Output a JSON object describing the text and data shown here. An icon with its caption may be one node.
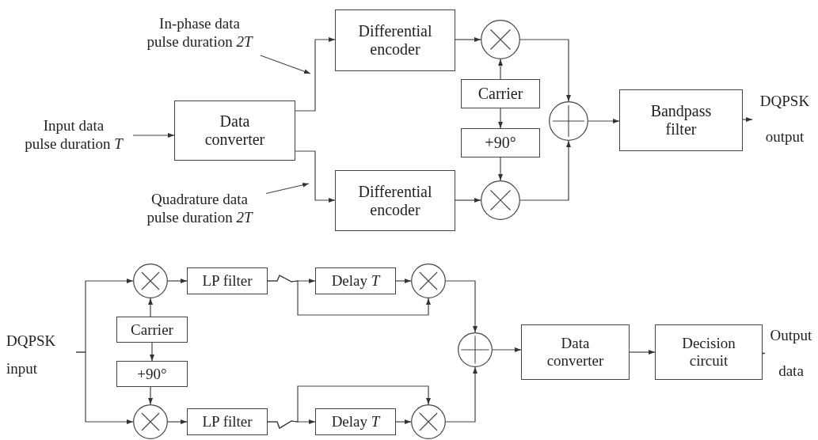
{
  "diagram": {
    "nodes": [
      {
        "text": [
          "Input data",
          "pulse duration *T*"
        ]
      },
      {
        "text": [
          "Data converter"
        ]
      },
      {
        "text": [
          "In-phase data",
          "pulse duration *2T*"
        ]
      },
      {
        "text": [
          "Differential encoder"
        ]
      },
      {
        "text": [
          "Quadrature data",
          "pulse duration *2T*"
        ]
      },
      {
        "text": [
          "Differential encoder"
        ]
      },
      {
        "text": [],
        "shape": "circle"
      },
      {
        "text": [
          "Carrier"
        ]
      },
      {
        "text": [
          "+90°"
        ]
      },
      {
        "text": [],
        "shape": "circle"
      },
      {
        "text": [],
        "shape": "circle"
      },
      {
        "text": [
          "Bandpass filter"
        ]
      },
      {
        "text": [
          "DQPSK",
          "output"
        ]
      },
      {
        "text": [
          "DQPSK",
          "input"
        ]
      },
      {
        "text": [],
        "shape": "circle"
      },
      {
        "text": [
          "LP filter"
        ]
      },
      {
        "text": [
          "Carrier"
        ]
      },
      {
        "text": [
          "+90°"
        ]
      },
      {
        "text": [],
        "shape": "circle"
      },
      {
        "text": [
          "LP filter"
        ]
      },
      {
        "text": [
          "Delay *T*"
        ]
      },
      {
        "text": [],
        "shape": "circle"
      },
      {
        "text": [
          "Delay *T*"
        ]
      },
      {
        "text": [],
        "shape": "circle"
      },
      {
        "text": [],
        "shape": "circle"
      },
      {
        "text": [
          "Data converter"
        ]
      },
      {
        "text": [
          "Decision circuit"
        ]
      },
      {
        "text": [
          "Output",
          "data"
        ]
      }
    ],
    "edges": [
      {
        "from": 0,
        "to": 1,
        "arrow": "to"
      },
      {
        "from": 1,
        "to": 3,
        "arrow": "to"
      },
      {
        "from": 1,
        "to": 5,
        "arrow": "to"
      },
      {
        "from": 2,
        "to": null,
        "arrow": "to"
      },
      {
        "from": 4,
        "to": null,
        "arrow": "to"
      },
      {
        "from": 3,
        "to": 6,
        "arrow": "to"
      },
      {
        "from": 5,
        "to": 9,
        "arrow": "to"
      },
      {
        "from": 7,
        "to": 6,
        "arrow": "to"
      },
      {
        "from": 7,
        "to": 8,
        "arrow": "to"
      },
      {
        "from": 8,
        "to": 9,
        "arrow": "to"
      },
      {
        "from": 6,
        "to": 10,
        "arrow": "to"
      },
      {
        "from": 9,
        "to": 10,
        "arrow": "to"
      },
      {
        "from": 10,
        "to": 11,
        "arrow": "to"
      },
      {
        "from": 11,
        "to": 12,
        "arrow": "to"
      },
      {
        "from": 13,
        "to": 14,
        "arrow": "to"
      },
      {
        "from": 13,
        "to": 18,
        "arrow": "to"
      },
      {
        "from": 16,
        "to": 14,
        "arrow": "to"
      },
      {
        "from": 16,
        "to": 17,
        "arrow": "to"
      },
      {
        "from": 17,
        "to": 18,
        "arrow": "to"
      },
      {
        "from": 14,
        "to": 15,
        "arrow": "to"
      },
      {
        "from": 18,
        "to": 19,
        "arrow": "to"
      },
      {
        "from": 15,
        "to": 20,
        "arrow": "to"
      },
      {
        "from": 15,
        "to": 21,
        "arrow": "to"
      },
      {
        "from": 19,
        "to": 22,
        "arrow": "to"
      },
      {
        "from": 19,
        "to": 23,
        "arrow": "to"
      },
      {
        "from": 20,
        "to": 21,
        "arrow": "to"
      },
      {
        "from": 22,
        "to": 23,
        "arrow": "to"
      },
      {
        "from": 21,
        "to": 24,
        "arrow": "to"
      },
      {
        "from": 23,
        "to": 24,
        "arrow": "to"
      },
      {
        "from": 24,
        "to": 25,
        "arrow": "to"
      },
      {
        "from": 25,
        "to": 26,
        "arrow": "to"
      },
      {
        "from": 26,
        "to": 27,
        "arrow": "to"
      }
    ]
  }
}
